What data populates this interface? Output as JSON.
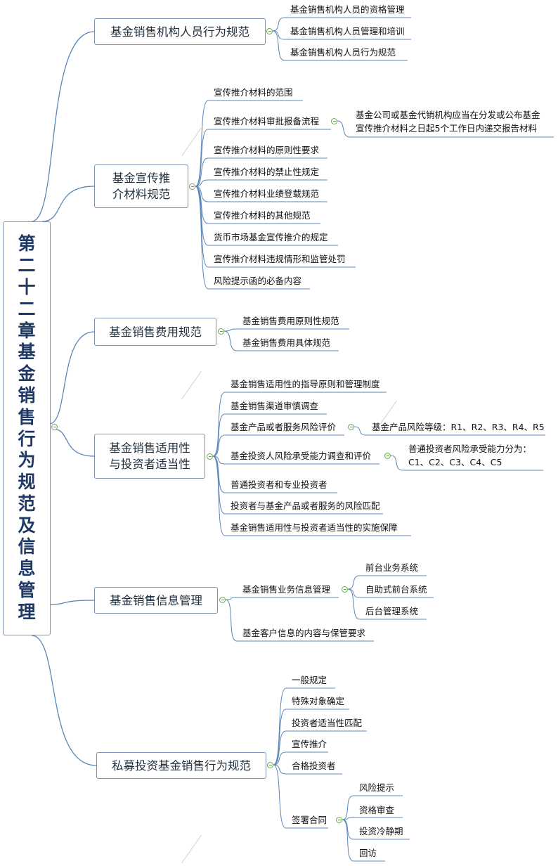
{
  "root": [
    "第",
    "二",
    "十",
    "二",
    "章",
    "基",
    "金",
    "销",
    "售",
    "行",
    "为",
    "规",
    "范",
    "及",
    "信",
    "息",
    "管",
    "理"
  ],
  "branches": {
    "b1": {
      "title": "基金销售机构人员行为规范",
      "items": [
        "基金销售机构人员的资格管理",
        "基金销售机构人员管理和培训",
        "基金销售机构人员行为规范"
      ]
    },
    "b2": {
      "title": [
        "基金宣传推",
        "介材料规范"
      ],
      "items": [
        "宣传推介材料的范围",
        "宣传推介材料审批报备流程",
        "宣传推介材料的原则性要求",
        "宣传推介材料的禁止性规定",
        "宣传推介材料业绩登载规范",
        "宣传推介材料的其他规范",
        "货币市场基金宣传推介的规定",
        "宣传推介材料违规情形和监管处罚",
        "风险提示函的必备内容"
      ],
      "sub": [
        "基金公司或基金代销机构应当在分发或公布基金",
        "宣传推介材料之日起5个工作日内递交报告材料"
      ]
    },
    "b3": {
      "title": "基金销售费用规范",
      "items": [
        "基金销售费用原则性规范",
        "基金销售费用具体规范"
      ]
    },
    "b4": {
      "title": [
        "基金销售适用性",
        "与投资者适当性"
      ],
      "items": [
        "基金销售适用性的指导原则和管理制度",
        "基金销售渠道审慎调查",
        "基金产品或者服务风险评价",
        "基金投资人风险承受能力调查和评价",
        "普通投资者和专业投资者",
        "投资者与基金产品或者服务的风险匹配",
        "基金销售适用性与投资者适当性的实施保障"
      ],
      "sub_risk": "基金产品风险等级：R1、R2、R3、R4、R5",
      "sub_capacity": [
        "普通投资者风险承受能力分为：",
        "C1、C2、C3、C4、C5"
      ]
    },
    "b5": {
      "title": "基金销售信息管理",
      "items": [
        "基金销售业务信息管理",
        "基金客户信息的内容与保管要求"
      ],
      "sub": [
        "前台业务系统",
        "自助式前台系统",
        "后台管理系统"
      ]
    },
    "b6": {
      "title": "私募投资基金销售行为规范",
      "items": [
        "一般规定",
        "特殊对象确定",
        "投资者适当性匹配",
        "宣传推介",
        "合格投资者",
        "签署合同"
      ],
      "sub": [
        "风险提示",
        "资格审查",
        "投资冷静期",
        "回访"
      ]
    }
  },
  "colors": {
    "line": "#5b86b8",
    "border": "#7a93b3",
    "root_text": "#1f3864",
    "toggle": "#6aa84f"
  }
}
